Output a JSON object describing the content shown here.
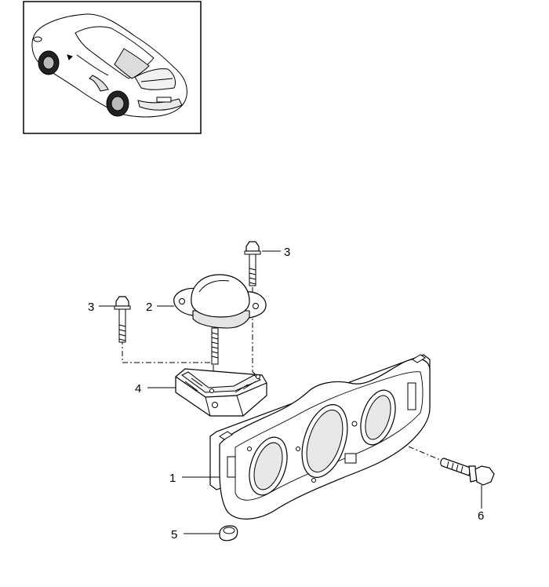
{
  "callouts": {
    "part1": "1",
    "part2": "2",
    "part3_left": "3",
    "part3_top": "3",
    "part4": "4",
    "part5": "5",
    "part6": "6"
  }
}
